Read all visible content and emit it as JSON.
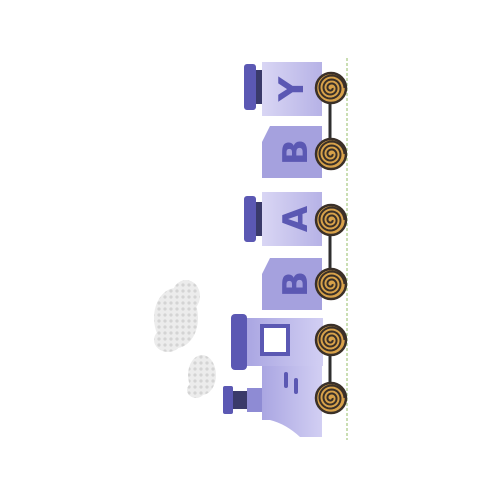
{
  "train": {
    "car_letters": [
      "Y",
      "B",
      "A",
      "B"
    ]
  },
  "colors": {
    "body_light": "#c5c2ea",
    "body_mid": "#8e8bd4",
    "accent": "#5b58b3",
    "dark": "#3a3a6a",
    "wheel_gold": "#d8a24a",
    "wheel_dark": "#3a3028",
    "track_green": "#b8d49a",
    "smoke": "#dedede",
    "rod": "#2f2f2f"
  },
  "icons": {
    "train": "train-illustration",
    "smoke": "smoke-puff",
    "wheel": "spiral-wheel"
  }
}
